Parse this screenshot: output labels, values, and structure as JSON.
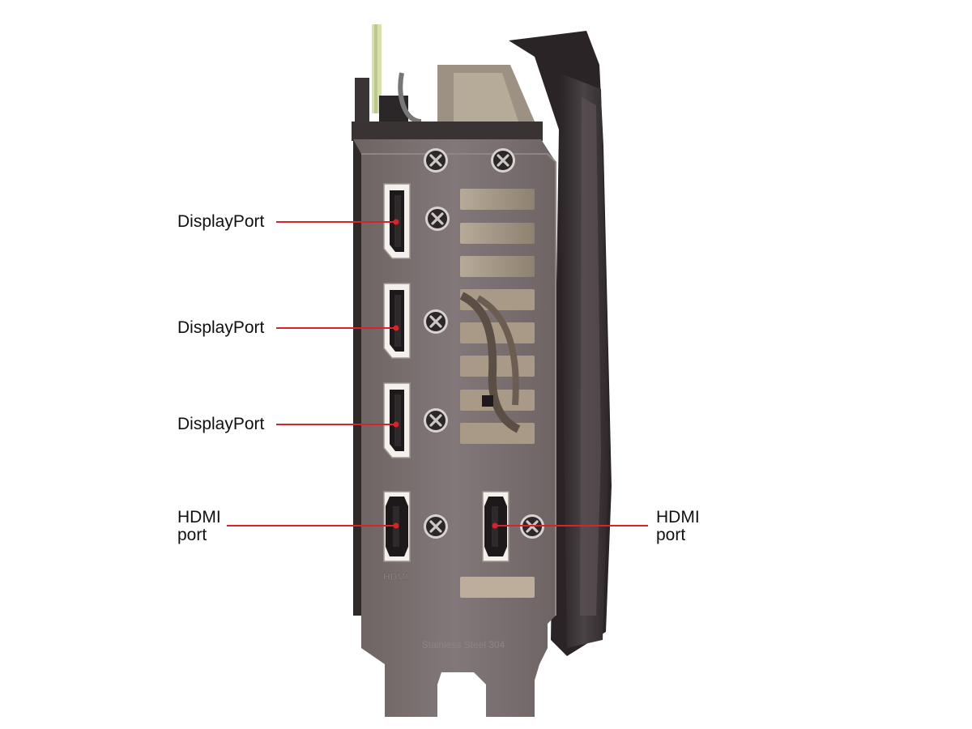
{
  "colors": {
    "callout_line": "#d9222a",
    "bracket": "#7b706d",
    "card_body": "#3b3436",
    "port_shell": "#f3f0ec"
  },
  "callouts": {
    "displayport_1": "DisplayPort",
    "displayport_2": "DisplayPort",
    "displayport_3": "DisplayPort",
    "hdmi_left": "HDMI\nport",
    "hdmi_right": "HDMI\nport"
  },
  "engravings": {
    "hdmi_mark": "HDMI",
    "bracket_material": "Stainless Steel 304"
  },
  "icons": [
    "screw-icon",
    "displayport-connector",
    "hdmi-connector"
  ]
}
